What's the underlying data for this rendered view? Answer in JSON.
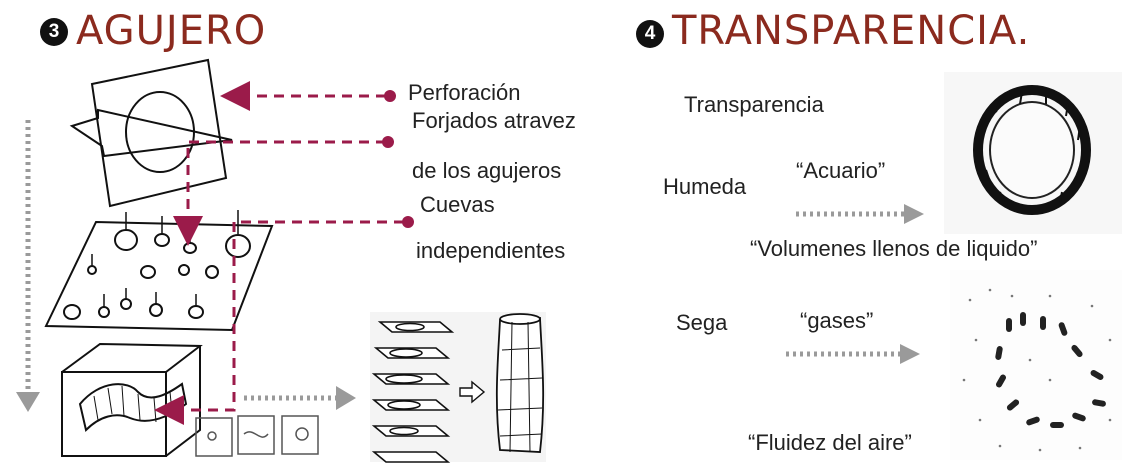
{
  "section3": {
    "number": "3",
    "title": "AGUJERO",
    "labels": {
      "perforacion": "Perforación",
      "forjados_1": "Forjados atravez",
      "forjados_2": "de los agujeros",
      "cuevas_1": "Cuevas",
      "cuevas_2": "independientes"
    }
  },
  "section4": {
    "number": "4",
    "title": "TRANSPARENCIA.",
    "labels": {
      "transparencia": "Transparencia",
      "humeda": "Humeda",
      "acuario": "“Acuario”",
      "volumenes": "“Volumenes llenos de liquido”",
      "sega": "Sega",
      "gases": "“gases”",
      "fluidez": "“Fluidez del aire”"
    }
  },
  "colors": {
    "title": "#8b2a1e",
    "arrow_dashed": "#9b1b4a",
    "arrow_gray": "#9a9a9a"
  }
}
